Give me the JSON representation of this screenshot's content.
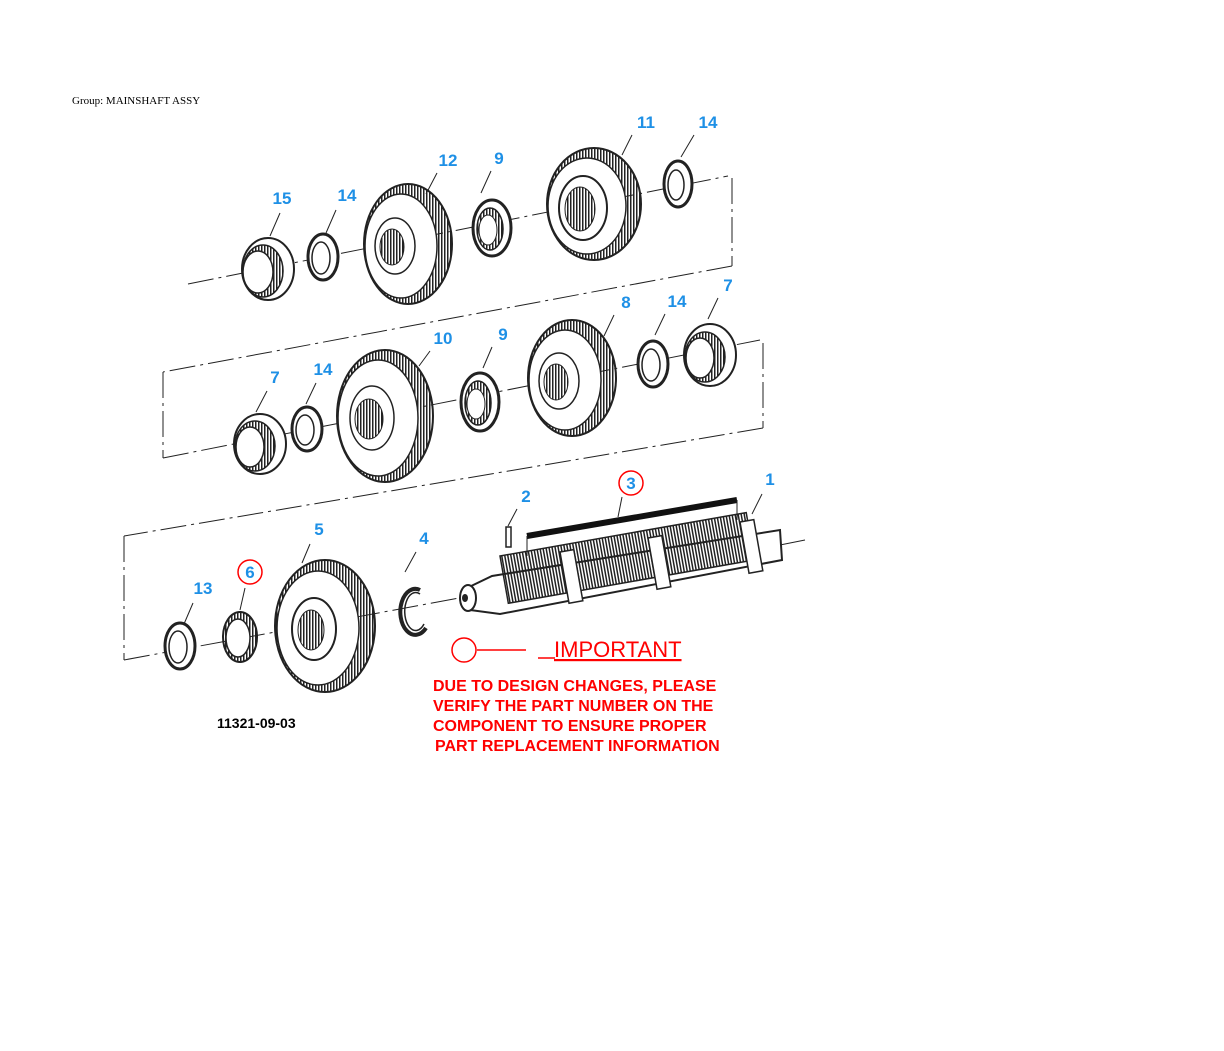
{
  "group_label": "Group: MAINSHAFT ASSY",
  "figure_id": "11321-09-03",
  "colors": {
    "callout": "#1e90e6",
    "important": "#ff0000",
    "line": "#222222"
  },
  "callouts": [
    "11",
    "14",
    "12",
    "9",
    "15",
    "14",
    "8",
    "14",
    "7",
    "10",
    "9",
    "7",
    "14",
    "3",
    "1",
    "2",
    "5",
    "4",
    "6",
    "13"
  ],
  "callout_circled": [
    false,
    false,
    false,
    false,
    false,
    false,
    false,
    false,
    false,
    false,
    false,
    false,
    false,
    true,
    false,
    false,
    false,
    false,
    true,
    false
  ],
  "important": {
    "title": "IMPORTANT",
    "lines": [
      "DUE TO DESIGN CHANGES, PLEASE",
      "VERIFY THE PART NUMBER ON THE",
      "COMPONENT TO ENSURE PROPER",
      "PART REPLACEMENT INFORMATION"
    ]
  }
}
